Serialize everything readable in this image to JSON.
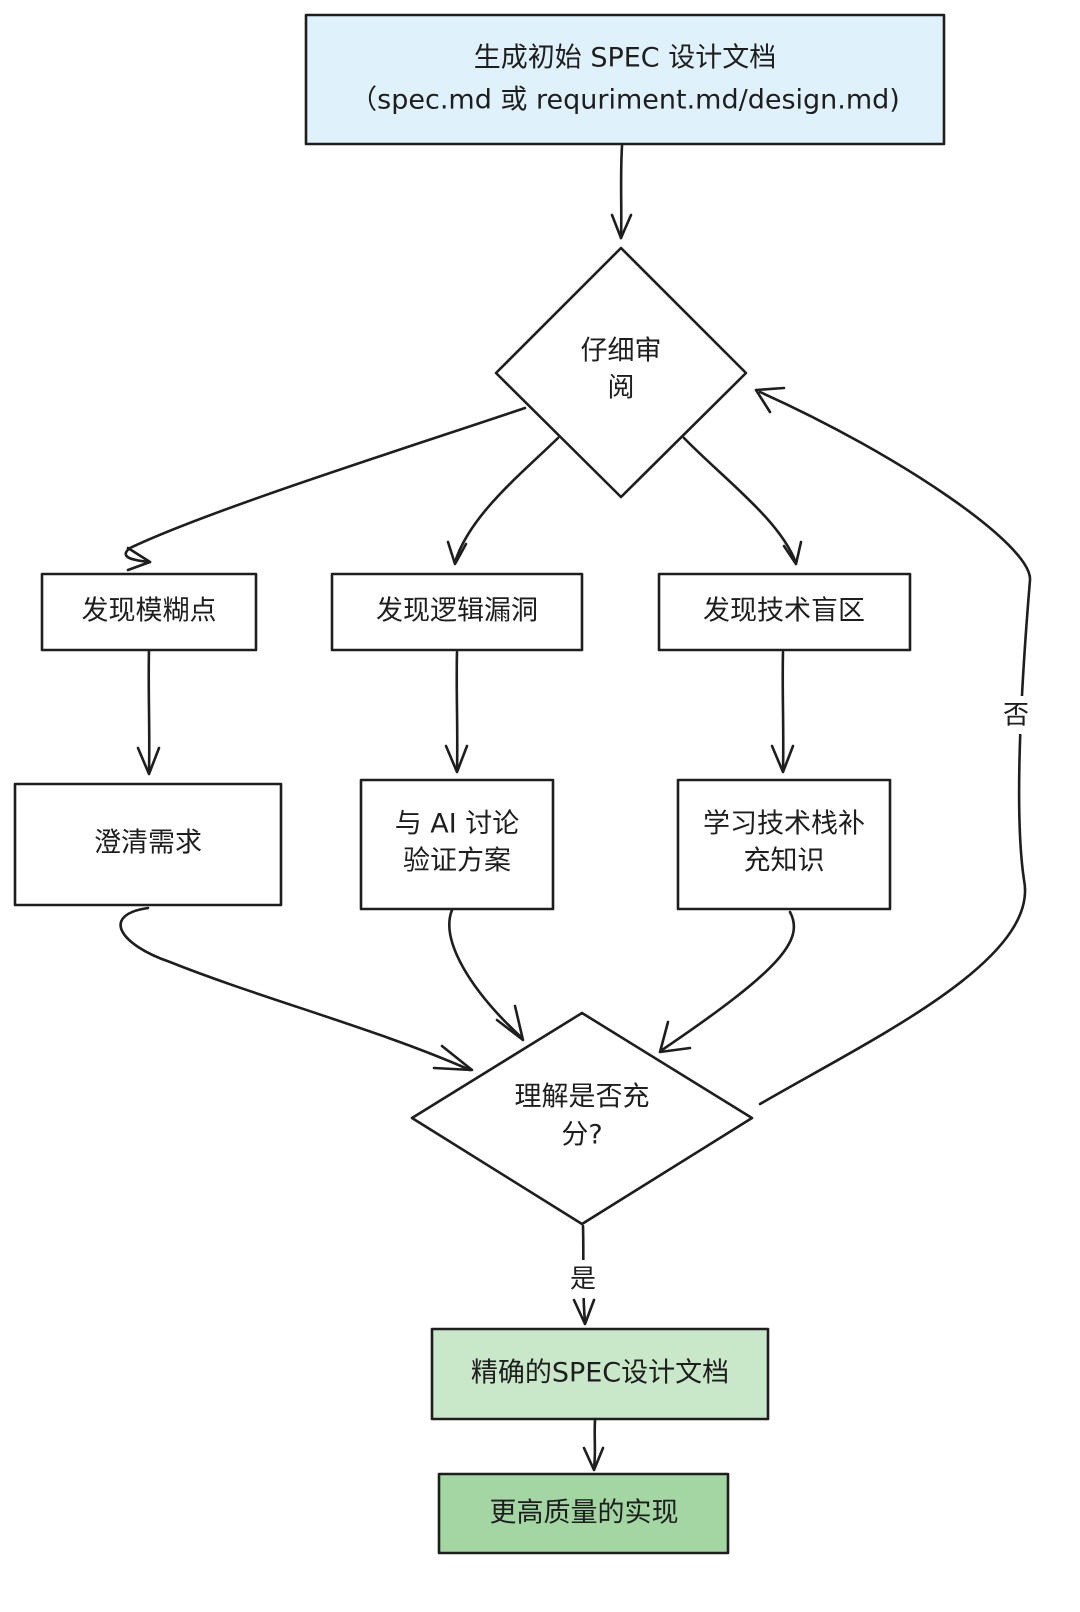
{
  "colors": {
    "stroke": "#1e1e1e",
    "start_fill": "#dff1fb",
    "refined_fill": "#c9e7c9",
    "final_fill": "#a3d6a3",
    "plain_fill": "#ffffff"
  },
  "nodes": {
    "start": {
      "line1": "生成初始 SPEC 设计文档",
      "line2": "（spec.md 或 requriment.md/design.md)"
    },
    "review": {
      "line1": "仔细审",
      "line2": "阅"
    },
    "find_ambiguity": "发现模糊点",
    "find_logic_gap": "发现逻辑漏洞",
    "find_tech_blindspot": "发现技术盲区",
    "clarify": "澄清需求",
    "discuss_ai": {
      "line1": "与 AI 讨论",
      "line2": "验证方案"
    },
    "learn_stack": {
      "line1": "学习技术栈补",
      "line2": "充知识"
    },
    "understood": {
      "line1": "理解是否充",
      "line2": "分?"
    },
    "refined_spec": "精确的SPEC设计文档",
    "better_impl": "更高质量的实现"
  },
  "edge_labels": {
    "no": "否",
    "yes": "是"
  }
}
